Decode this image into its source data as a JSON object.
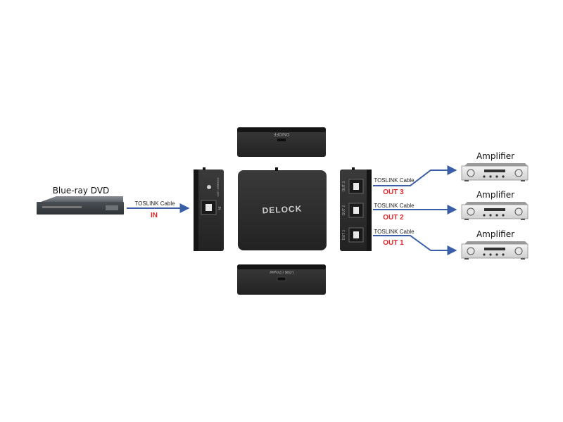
{
  "source": {
    "label": "Blue-ray DVD",
    "cable_label": "TOSLINK Cable",
    "port_label": "IN"
  },
  "device": {
    "logo": "DELOCK",
    "top_side_label": "ON/OFF",
    "bottom_side_label": "USB / Power",
    "left_side_labels": [
      "POWER LED",
      "IN"
    ],
    "right_side_labels": [
      "OUT 3",
      "OUT 2",
      "OUT 1"
    ]
  },
  "outputs": [
    {
      "cable_label": "TOSLINK Cable",
      "port_label": "OUT 3",
      "target_label": "Amplifier"
    },
    {
      "cable_label": "TOSLINK Cable",
      "port_label": "OUT 2",
      "target_label": "Amplifier"
    },
    {
      "cable_label": "TOSLINK Cable",
      "port_label": "OUT 1",
      "target_label": "Amplifier"
    }
  ],
  "colors": {
    "cable": "#3a5ea8",
    "port_label": "#e0282a",
    "device": "#2b2b2b"
  }
}
